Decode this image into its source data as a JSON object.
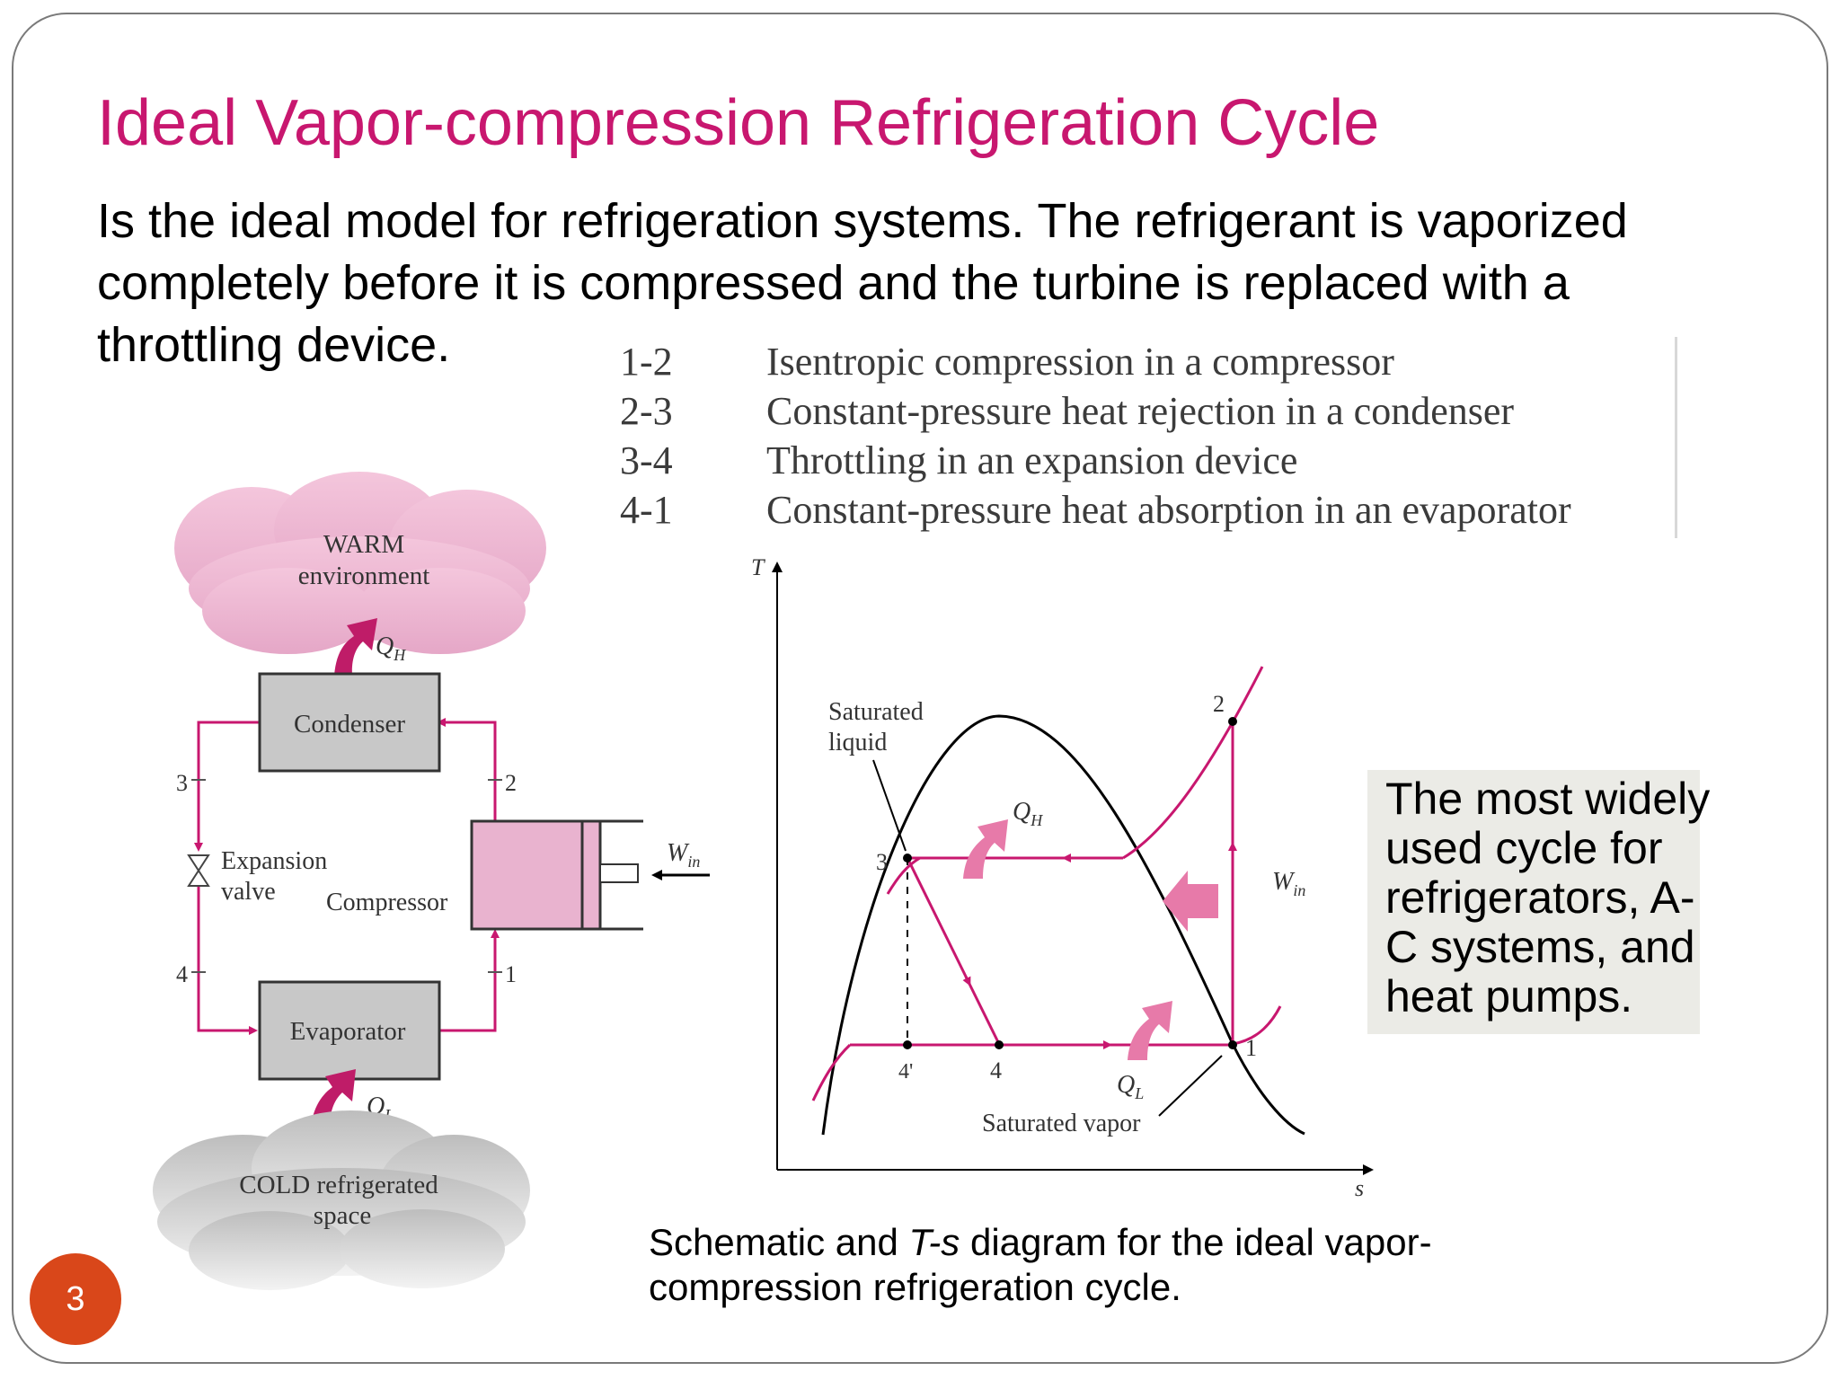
{
  "slide": {
    "title": "Ideal Vapor-compression Refrigeration Cycle",
    "intro": "Is the ideal model for refrigeration systems. The refrigerant is vaporized completely before it is compressed and the turbine is replaced with a throttling device.",
    "page_number": "3",
    "caption_before": "Schematic and ",
    "caption_italic": "T-s",
    "caption_after": " diagram for the ideal vapor-compression refrigeration cycle.",
    "callout": "The most widely used cycle for refrigerators, A-C systems, and heat pumps."
  },
  "processes": [
    {
      "id": "1-2",
      "text": "Isentropic compression in a compressor"
    },
    {
      "id": "2-3",
      "text": "Constant-pressure heat rejection in a condenser"
    },
    {
      "id": "3-4",
      "text": "Throttling in an expansion device"
    },
    {
      "id": "4-1",
      "text": "Constant-pressure heat absorption in an evaporator"
    }
  ],
  "schematic": {
    "warm_line1": "WARM",
    "warm_line2": "environment",
    "q_h": "Q",
    "q_h_sub": "H",
    "condenser": "Condenser",
    "expansion_line1": "Expansion",
    "expansion_line2": "valve",
    "compressor": "Compressor",
    "w_in": "W",
    "w_in_sub": "in",
    "evaporator": "Evaporator",
    "q_l": "Q",
    "q_l_sub": "L",
    "cold_line1": "COLD refrigerated",
    "cold_line2": "space",
    "state_1": "1",
    "state_2": "2",
    "state_3": "3",
    "state_4": "4"
  },
  "ts_diagram": {
    "t_axis": "T",
    "s_axis": "s",
    "sat_liquid_line1": "Saturated",
    "sat_liquid_line2": "liquid",
    "sat_vapor": "Saturated vapor",
    "q_h": "Q",
    "q_h_sub": "H",
    "q_l": "Q",
    "q_l_sub": "L",
    "w_in": "W",
    "w_in_sub": "in",
    "point_1": "1",
    "point_2": "2",
    "point_3": "3",
    "point_4": "4",
    "point_4p": "4'"
  },
  "colors": {
    "title": "#c8176f",
    "cycle_line": "#c8176f",
    "component_fill": "#c8c8c8",
    "compressor_fill": "#e9b3cf",
    "page_badge": "#d9471a"
  }
}
